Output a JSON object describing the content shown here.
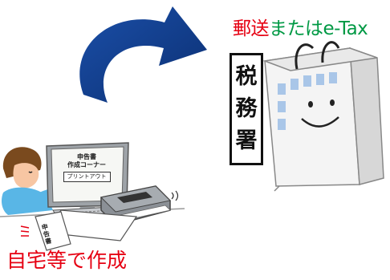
{
  "destination_caption": {
    "part1": "郵送",
    "part2": "または",
    "part3": "e-Tax"
  },
  "origin_caption": "自宅等で作成",
  "monitor": {
    "title": "申告書",
    "subtitle": "作成コーナー",
    "button": "プリントアウト"
  },
  "tax_office_sign": "税務署",
  "paper_label": "申告書",
  "icons": {
    "arrow": "curved-arrow-icon",
    "person": "person-at-computer",
    "printer": "printer-icon",
    "building": "tax-office-building"
  },
  "colors": {
    "caption_red": "#e60012",
    "caption_green": "#009944",
    "arrow_blue": "#123f8f"
  }
}
